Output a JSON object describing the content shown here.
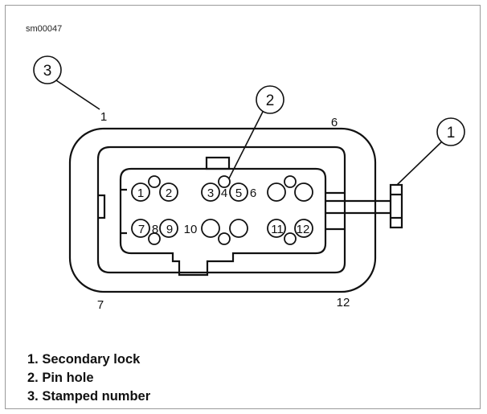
{
  "ref_code": "sm00047",
  "callouts": {
    "stamped_number": "3",
    "pin_hole": "2",
    "secondary_lock": "1"
  },
  "corner_numbers": {
    "top_left": "1",
    "top_right": "6",
    "bottom_left": "7",
    "bottom_right": "12"
  },
  "pin_numbers": {
    "p1": "1",
    "p2": "2",
    "p3": "3",
    "p4": "4",
    "p5": "5",
    "p6": "6",
    "p7": "7",
    "p8": "8",
    "p9": "9",
    "p10": "10",
    "p11": "11",
    "p12": "12"
  },
  "legend": [
    "1. Secondary lock",
    "2. Pin hole",
    "3. Stamped number"
  ]
}
